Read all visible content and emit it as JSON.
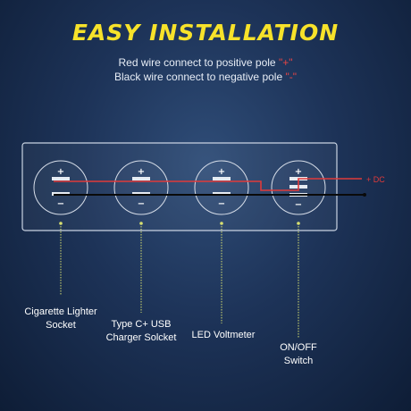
{
  "title": "EASY  INSTALLATION",
  "instructions": {
    "red_text": "Red wire connect to positive pole",
    "red_symbol": "\"+\"",
    "black_text": "Black wire connect to negative pole",
    "black_symbol": "\"-\""
  },
  "wire_label": "+ DC",
  "symbols": {
    "plus": "+",
    "minus": "−"
  },
  "components": [
    {
      "name": "Cigarette Lighter\nSocket"
    },
    {
      "name": "Type C+ USB\nCharger Solcket"
    },
    {
      "name": "LED Voltmeter"
    },
    {
      "name": "ON/OFF\nSwitch"
    }
  ],
  "colors": {
    "title": "#f7e22a",
    "red_wire": "#e03a3a",
    "black_wire": "#0a0a0a",
    "leader": "#d8e070",
    "panel_border": "#c9d3e2"
  }
}
